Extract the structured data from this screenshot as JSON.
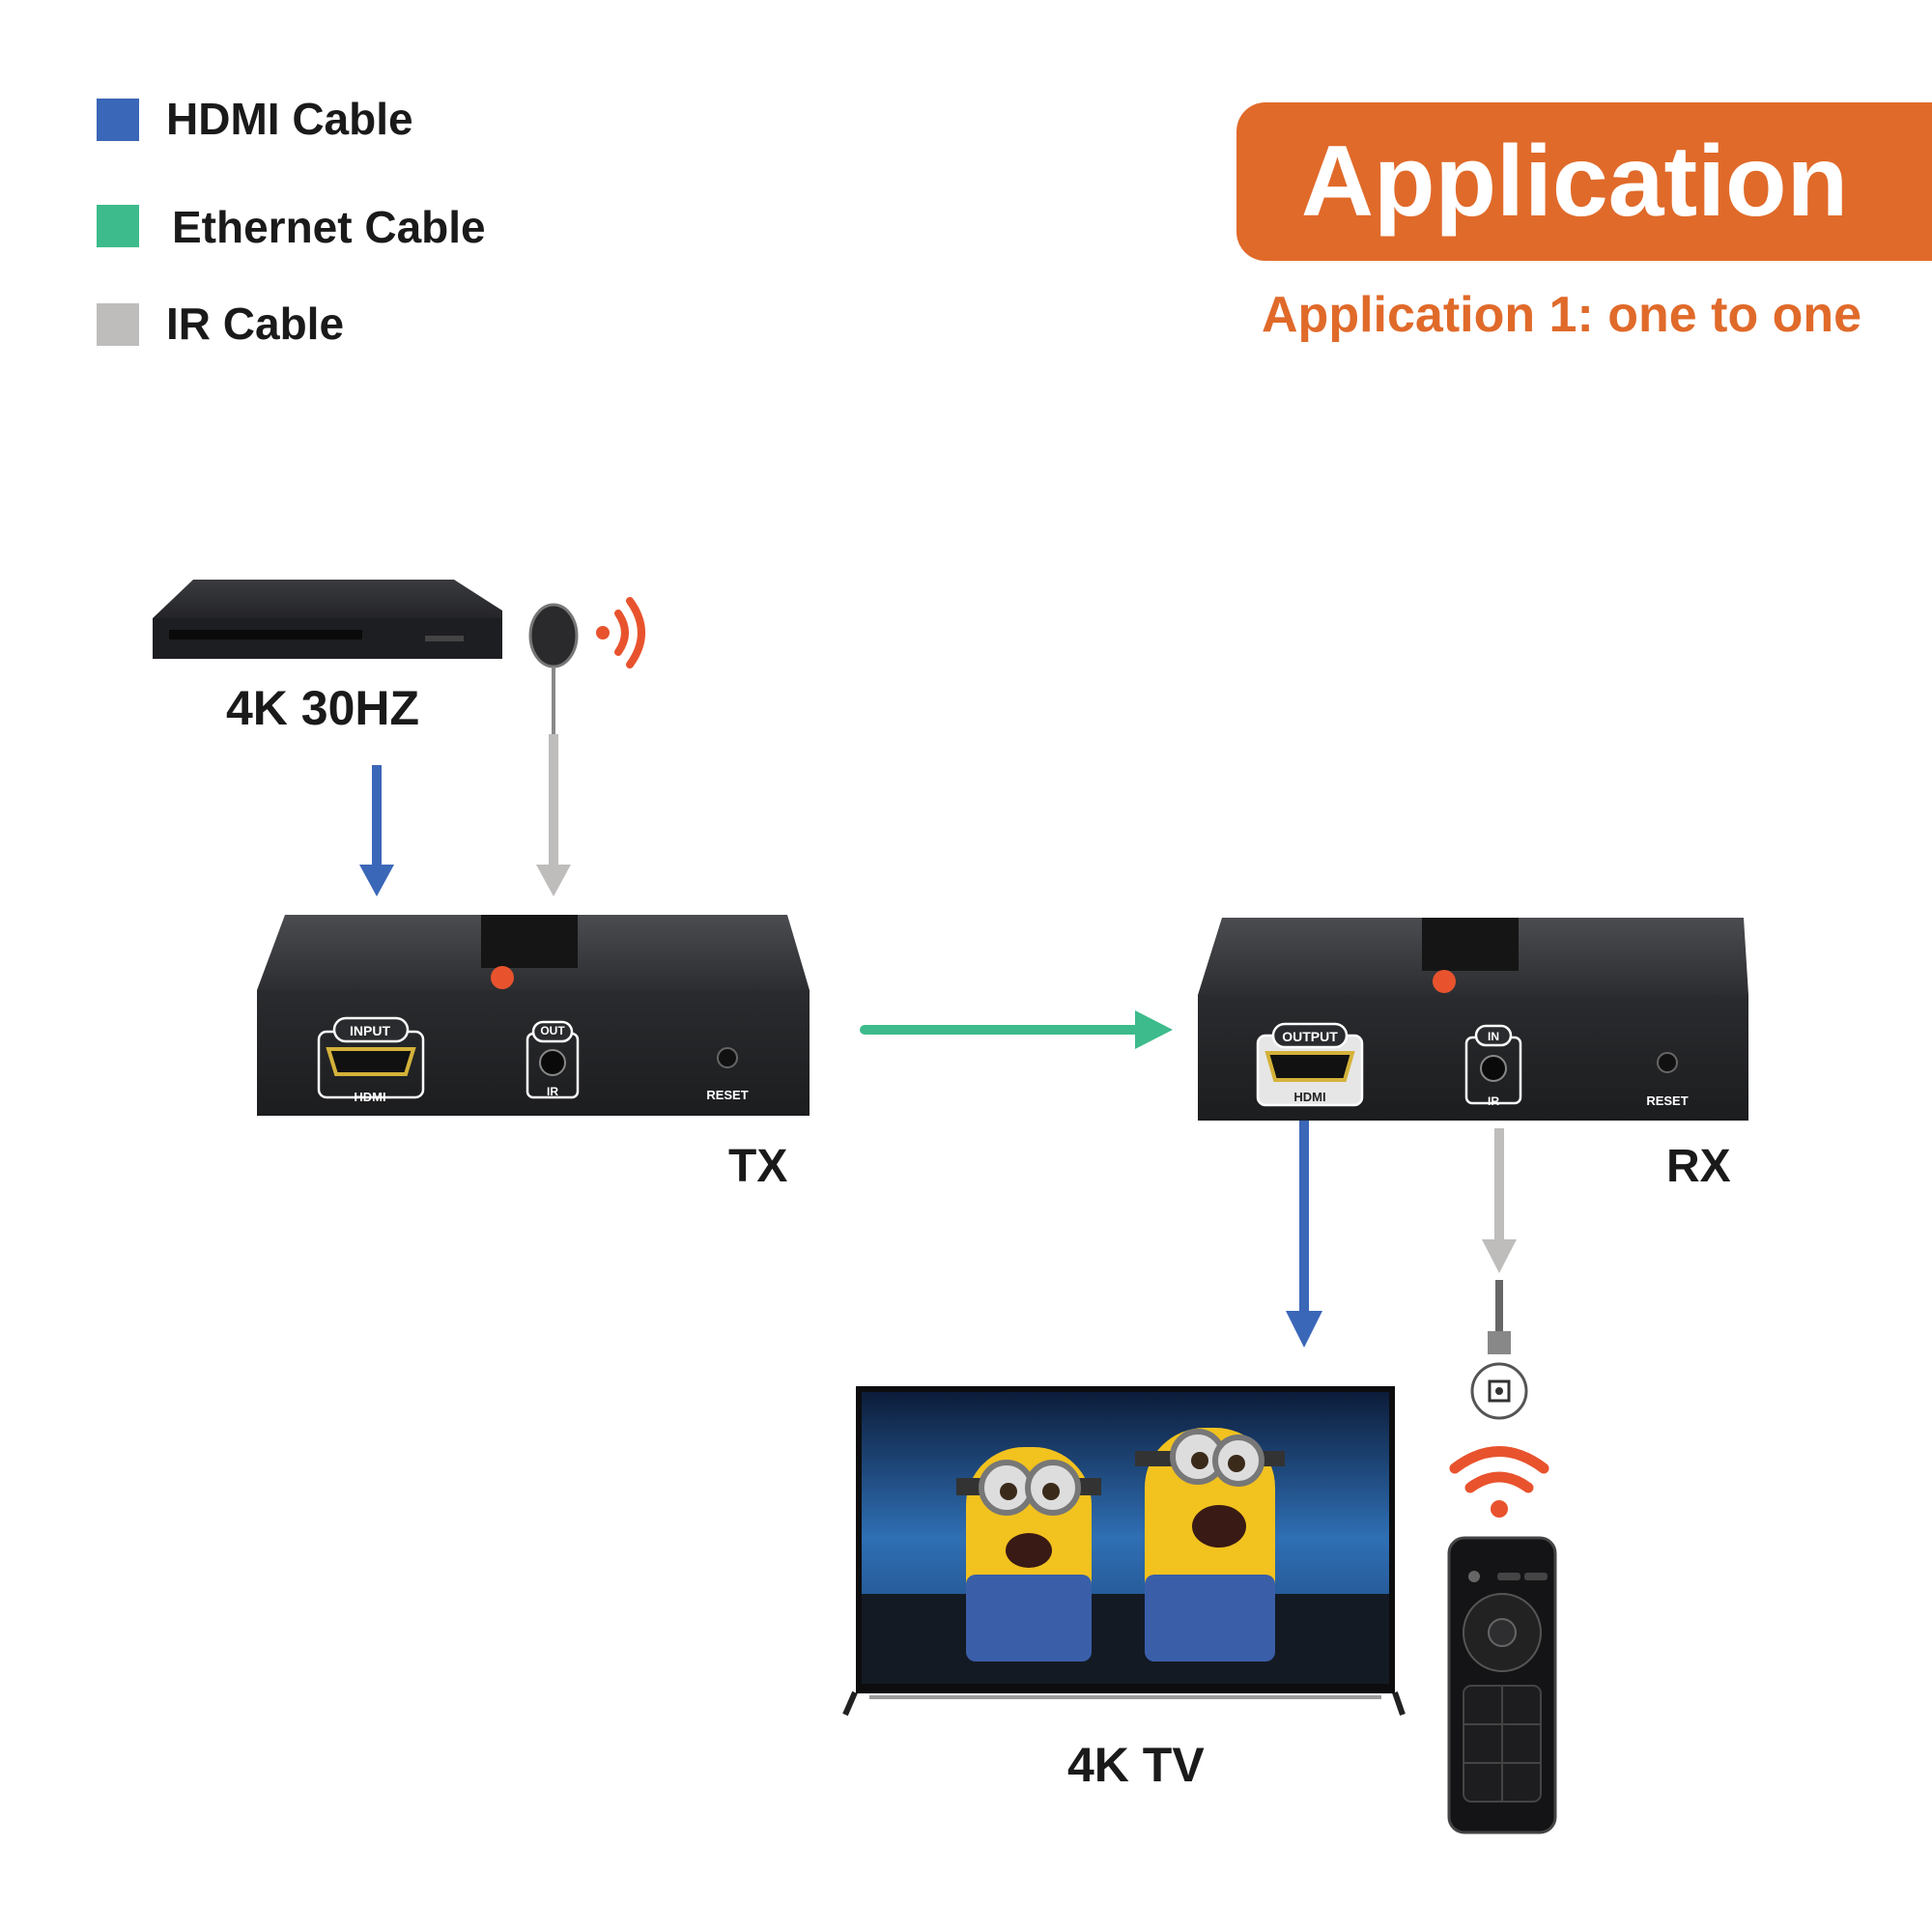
{
  "legend": [
    {
      "label": "HDMI Cable",
      "color": "#3b67b8"
    },
    {
      "label": "Ethernet Cable",
      "color": "#3dbb8c"
    },
    {
      "label": "IR Cable",
      "color": "#bfbcbc"
    }
  ],
  "banner": {
    "title": "Application",
    "color": "#e06a2a"
  },
  "subtitle": "Application 1: one to one",
  "devices": {
    "source_label": "4K 30HZ",
    "tx_label": "TX",
    "rx_label": "RX",
    "tv_label": "4K TV"
  },
  "tx_ports": {
    "input_tag": "INPUT",
    "hdmi": "HDMI",
    "ir_tag": "OUT",
    "ir": "IR",
    "reset": "RESET"
  },
  "rx_ports": {
    "output_tag": "OUTPUT",
    "hdmi": "HDMI",
    "ir_tag": "IN",
    "ir": "IR",
    "reset": "RESET"
  }
}
